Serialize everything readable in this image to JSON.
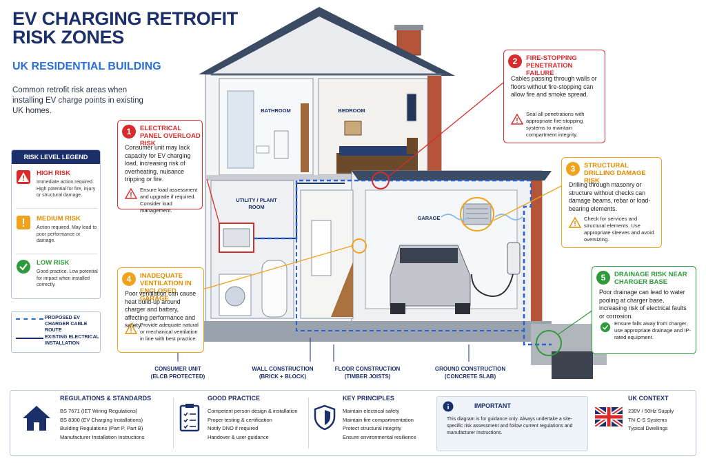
{
  "header": {
    "title": "EV CHARGING RETROFIT RISK ZONES",
    "subtitle": "UK RESIDENTIAL BUILDING",
    "intro": "Common retrofit risk areas when installing EV charge points in existing UK homes."
  },
  "legend": {
    "title": "RISK LEVEL LEGEND",
    "items": [
      {
        "title": "HIGH RISK",
        "text": "Immediate action required. High potential for fire, injury or structural damage.",
        "color": "#d92b2b"
      },
      {
        "title": "MEDIUM RISK",
        "text": "Action required. May lead to poor performance or damage.",
        "color": "#f0a21a"
      },
      {
        "title": "LOW RISK",
        "text": "Good practice. Low potential for impact when installed correctly.",
        "color": "#2f9a3c"
      }
    ]
  },
  "route_legend": {
    "proposed": "PROPOSED EV CHARGER CABLE ROUTE",
    "existing": "EXISTING ELECTRICAL INSTALLATION"
  },
  "rooms": {
    "bathroom": "BATHROOM",
    "bedroom": "BEDROOM",
    "utility": "UTILITY / PLANT ROOM",
    "garage": "GARAGE"
  },
  "callouts": [
    {
      "num": "1",
      "title": "ELECTRICAL PANEL OVERLOAD RISK",
      "body": "Consumer unit may lack capacity for EV charging load, increasing risk of overheating, nuisance tripping or fire.",
      "action": "Ensure load assessment and upgrade if required. Consider load management.",
      "color": "#d92b2b"
    },
    {
      "num": "2",
      "title": "FIRE-STOPPING PENETRATION FAILURE",
      "body": "Cables passing through walls or floors without fire-stopping can allow fire and smoke spread.",
      "action": "Seal all penetrations with appropriate fire-stopping systems to maintain compartment integrity.",
      "color": "#d92b2b"
    },
    {
      "num": "3",
      "title": "STRUCTURAL DRILLING DAMAGE RISK",
      "body": "Drilling through masonry or structure without checks can damage beams, rebar or load-bearing elements.",
      "action": "Check for services and structural elements. Use appropriate sleeves and avoid oversizing.",
      "color": "#f0a21a"
    },
    {
      "num": "4",
      "title": "INADEQUATE VENTILATION IN ENCLOSED GARAGE",
      "body": "Poor ventilation can cause heat build-up around charger and battery, affecting performance and safety.",
      "action": "Provide adequate natural or mechanical ventilation in line with best practice.",
      "color": "#f0a21a"
    },
    {
      "num": "5",
      "title": "DRAINAGE RISK NEAR CHARGER BASE",
      "body": "Poor drainage can lead to water pooling at charger base, increasing risk of electrical faults or corrosion.",
      "action": "Ensure falls away from charger, use appropriate drainage and IP-rated equipment.",
      "color": "#2f9a3c"
    }
  ],
  "bottom_labels": [
    {
      "line1": "CONSUMER UNIT",
      "line2": "(ELCB PROTECTED)"
    },
    {
      "line1": "WALL CONSTRUCTION",
      "line2": "(BRICK + BLOCK)"
    },
    {
      "line1": "FLOOR CONSTRUCTION",
      "line2": "(TIMBER JOISTS)"
    },
    {
      "line1": "GROUND CONSTRUCTION",
      "line2": "(CONCRETE SLAB)"
    }
  ],
  "footer": {
    "regulations": {
      "title": "REGULATIONS & STANDARDS",
      "items": [
        "BS 7671 (IET Wiring Regulations)",
        "BS 8300 (EV Charging Installations)",
        "Building Regulations (Part P, Part B)",
        "Manufacturer Installation Instructions"
      ]
    },
    "good_practice": {
      "title": "GOOD PRACTICE",
      "items": [
        "Competent person design & installation",
        "Proper testing & certification",
        "Notify DNO if required",
        "Handover & user guidance"
      ]
    },
    "principles": {
      "title": "KEY PRINCIPLES",
      "items": [
        "Maintain electrical safety",
        "Maintain fire compartmentation",
        "Protect structural integrity",
        "Ensure environmental resilience"
      ]
    },
    "important": {
      "title": "IMPORTANT",
      "text": "This diagram is for guidance only. Always undertake a site-specific risk assessment and follow current regulations and manufacturer instructions."
    },
    "uk": {
      "title": "UK CONTEXT",
      "items": [
        "230V / 50Hz Supply",
        "TN-C-S Systems",
        "Typical Dwellings"
      ]
    }
  }
}
